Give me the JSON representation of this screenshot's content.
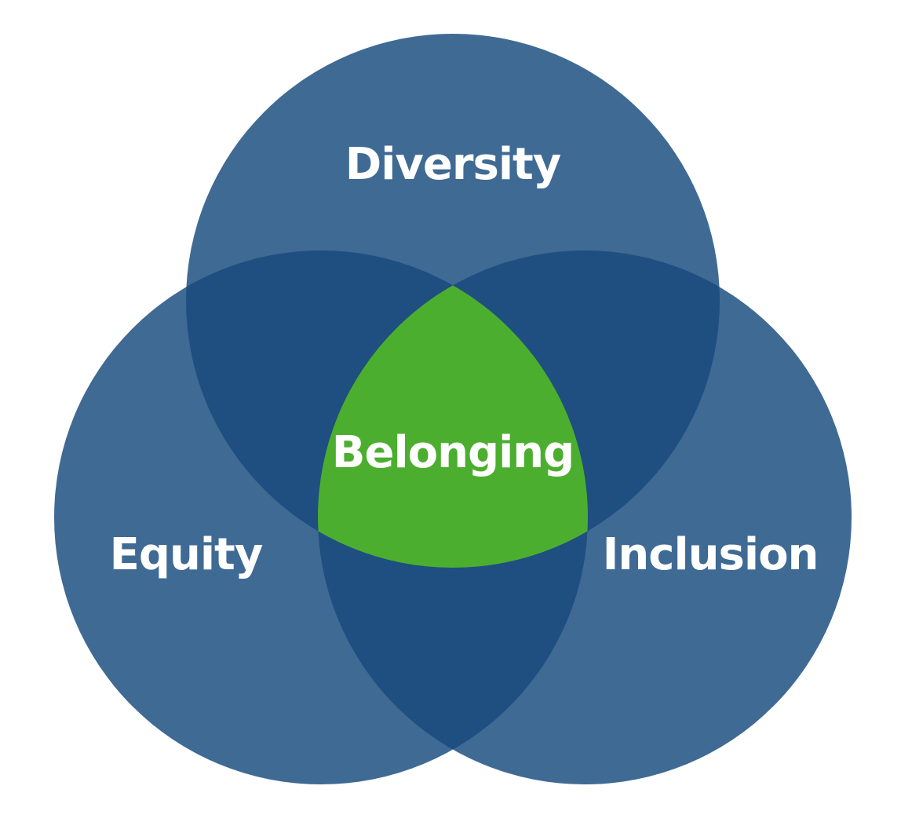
{
  "venn": {
    "type": "venn-diagram",
    "circles": [
      {
        "label": "Diversity",
        "position": "top"
      },
      {
        "label": "Equity",
        "position": "bottom-left"
      },
      {
        "label": "Inclusion",
        "position": "bottom-right"
      }
    ],
    "center_label": "Belonging"
  },
  "colors": {
    "background": "#FFFFFF",
    "circle": "#3F6A94",
    "overlap": "#1F4F80",
    "center": "#4CAE2F",
    "label": "#FFFFFF"
  }
}
